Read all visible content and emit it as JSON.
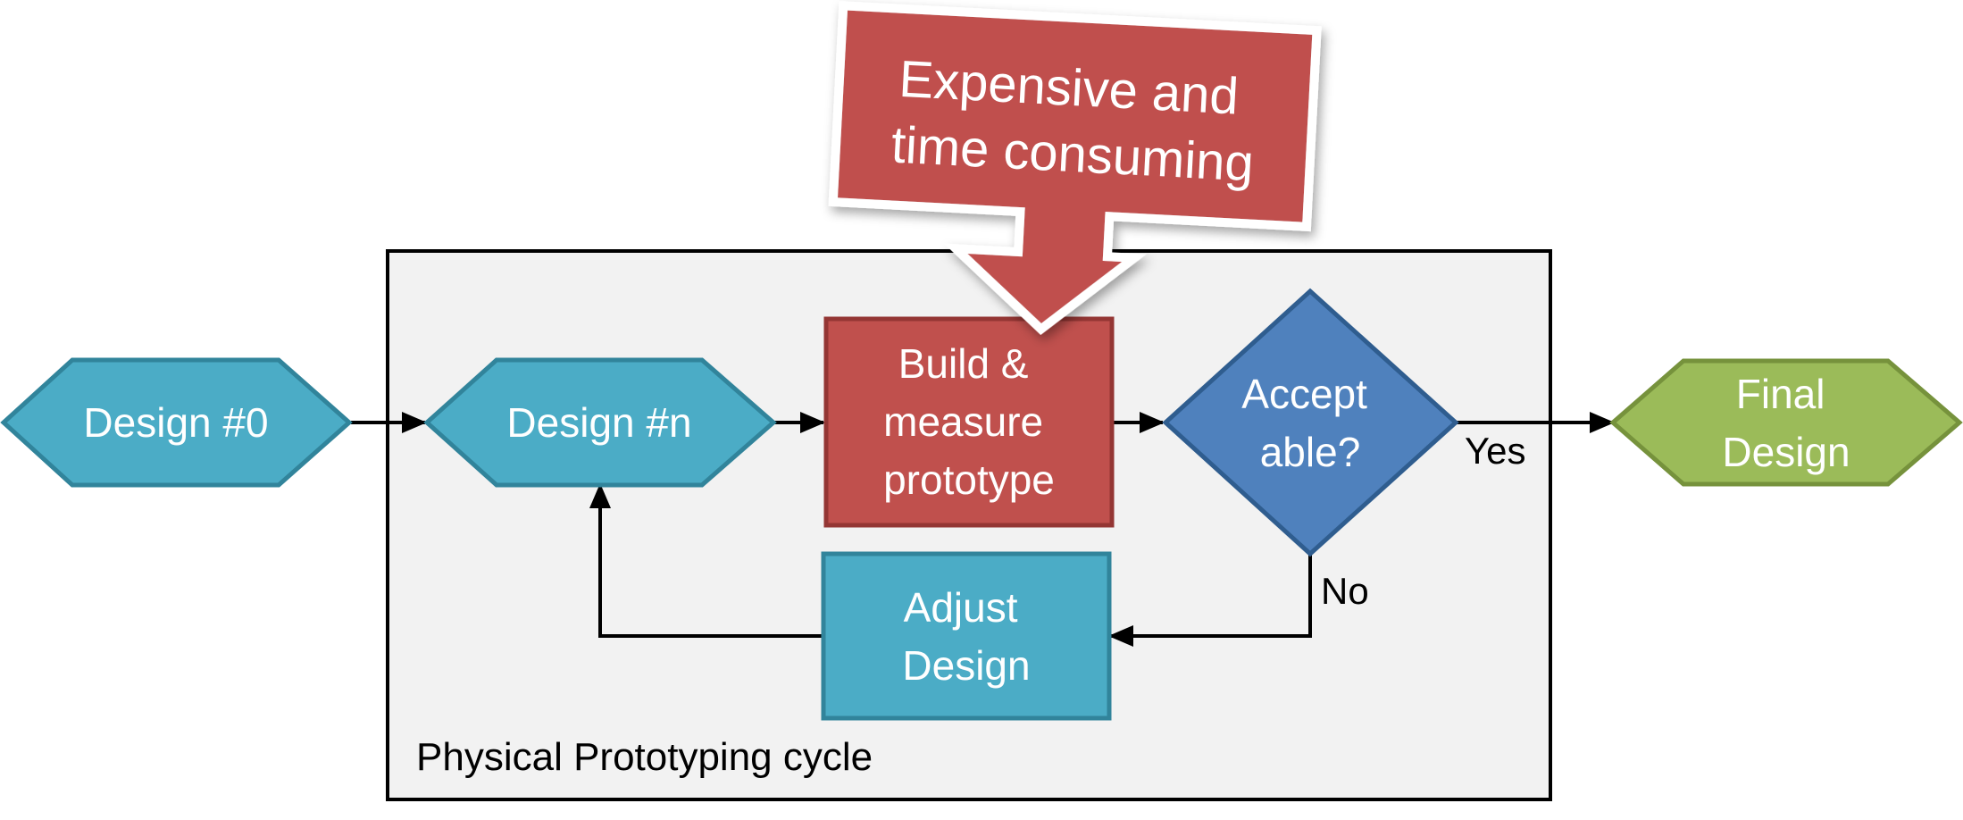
{
  "callout": {
    "lines": [
      "Expensive and",
      "time consuming"
    ]
  },
  "nodes": {
    "design0": {
      "lines": [
        "Design #0"
      ]
    },
    "design_n": {
      "lines": [
        "Design #n"
      ]
    },
    "build": {
      "lines": [
        "Build &",
        "measure",
        "prototype"
      ]
    },
    "decision": {
      "lines": [
        "Accept",
        "able?"
      ]
    },
    "adjust": {
      "lines": [
        "Adjust",
        "Design"
      ]
    },
    "final": {
      "lines": [
        "Final",
        "Design"
      ]
    }
  },
  "edge_labels": {
    "yes": "Yes",
    "no": "No"
  },
  "cycle_label": "Physical Prototyping cycle",
  "colors": {
    "teal": "#4bacc6",
    "teal_border": "#31849b",
    "red": "#c0504d",
    "red_border": "#943634",
    "blue": "#4f81bd",
    "blue_border": "#2f5d8f",
    "green": "#9bbb59",
    "green_border": "#76923c",
    "cycle_bg": "#f2f2f2"
  }
}
